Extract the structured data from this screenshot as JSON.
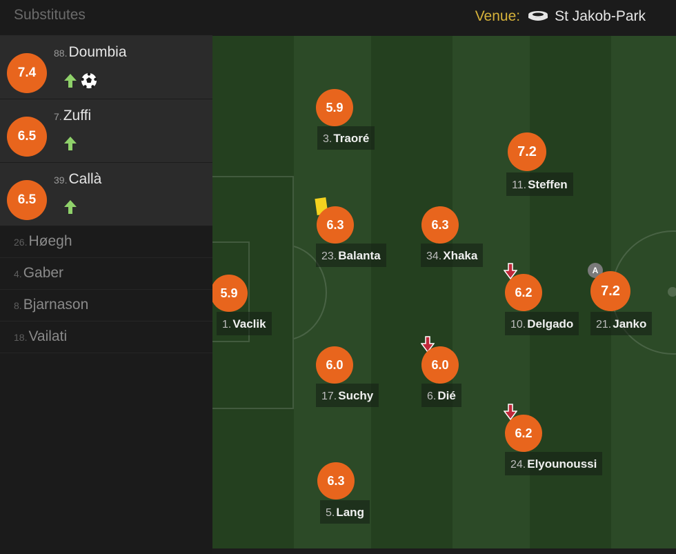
{
  "substitutes": {
    "title": "Substitutes",
    "rated": [
      {
        "number": "88.",
        "name": "Doumbia",
        "rating": "7.4",
        "sub_in": true,
        "goal": true
      },
      {
        "number": "7.",
        "name": "Zuffi",
        "rating": "6.5",
        "sub_in": true,
        "goal": false
      },
      {
        "number": "39.",
        "name": "Callà",
        "rating": "6.5",
        "sub_in": true,
        "goal": false
      }
    ],
    "unused": [
      {
        "number": "26.",
        "name": "Høegh"
      },
      {
        "number": "4.",
        "name": "Gaber"
      },
      {
        "number": "8.",
        "name": "Bjarnason"
      },
      {
        "number": "18.",
        "name": "Vailati"
      }
    ]
  },
  "venue": {
    "label": "Venue:",
    "name": "St Jakob-Park"
  },
  "players": [
    {
      "number": "3.",
      "name": "Traoré",
      "rating": "5.9"
    },
    {
      "number": "11.",
      "name": "Steffen",
      "rating": "7.2"
    },
    {
      "number": "23.",
      "name": "Balanta",
      "rating": "6.3"
    },
    {
      "number": "34.",
      "name": "Xhaka",
      "rating": "6.3"
    },
    {
      "number": "1.",
      "name": "Vaclik",
      "rating": "5.9"
    },
    {
      "number": "10.",
      "name": "Delgado",
      "rating": "6.2"
    },
    {
      "number": "21.",
      "name": "Janko",
      "rating": "7.2"
    },
    {
      "number": "17.",
      "name": "Suchy",
      "rating": "6.0"
    },
    {
      "number": "6.",
      "name": "Dié",
      "rating": "6.0"
    },
    {
      "number": "24.",
      "name": "Elyounoussi",
      "rating": "6.2"
    },
    {
      "number": "5.",
      "name": "Lang",
      "rating": "6.3"
    }
  ],
  "captain_badge": "A",
  "colors": {
    "rating": "#e8651d",
    "sub_in_arrow": "#8fd16a",
    "sub_out_arrow": "#c0283a",
    "yellow_card": "#f4d21f",
    "venue_label": "#d6b23a"
  }
}
